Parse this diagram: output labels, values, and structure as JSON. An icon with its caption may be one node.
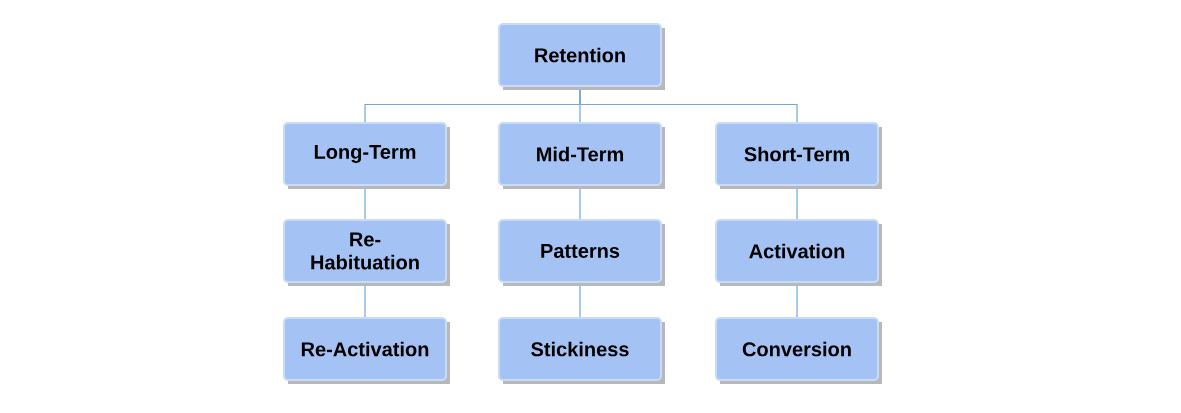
{
  "diagram": {
    "nodes": [
      {
        "text": [
          "Retention"
        ]
      },
      {
        "text": [
          "Long-Term"
        ]
      },
      {
        "text": [
          "Mid-Term"
        ]
      },
      {
        "text": [
          "Short-Term"
        ]
      },
      {
        "text": [
          "Re-Habituation"
        ]
      },
      {
        "text": [
          "Patterns"
        ]
      },
      {
        "text": [
          "Activation"
        ]
      },
      {
        "text": [
          "Re-Activation"
        ]
      },
      {
        "text": [
          "Stickiness"
        ]
      },
      {
        "text": [
          "Conversion"
        ]
      }
    ],
    "edges": [
      {
        "from": 0,
        "to": 1,
        "arrow": "none"
      },
      {
        "from": 0,
        "to": 2,
        "arrow": "none"
      },
      {
        "from": 0,
        "to": 3,
        "arrow": "none"
      },
      {
        "from": 1,
        "to": 4,
        "arrow": "none"
      },
      {
        "from": 2,
        "to": 5,
        "arrow": "none"
      },
      {
        "from": 3,
        "to": 6,
        "arrow": "none"
      },
      {
        "from": 4,
        "to": 7,
        "arrow": "none"
      },
      {
        "from": 5,
        "to": 8,
        "arrow": "none"
      },
      {
        "from": 6,
        "to": 9,
        "arrow": "none"
      }
    ]
  }
}
